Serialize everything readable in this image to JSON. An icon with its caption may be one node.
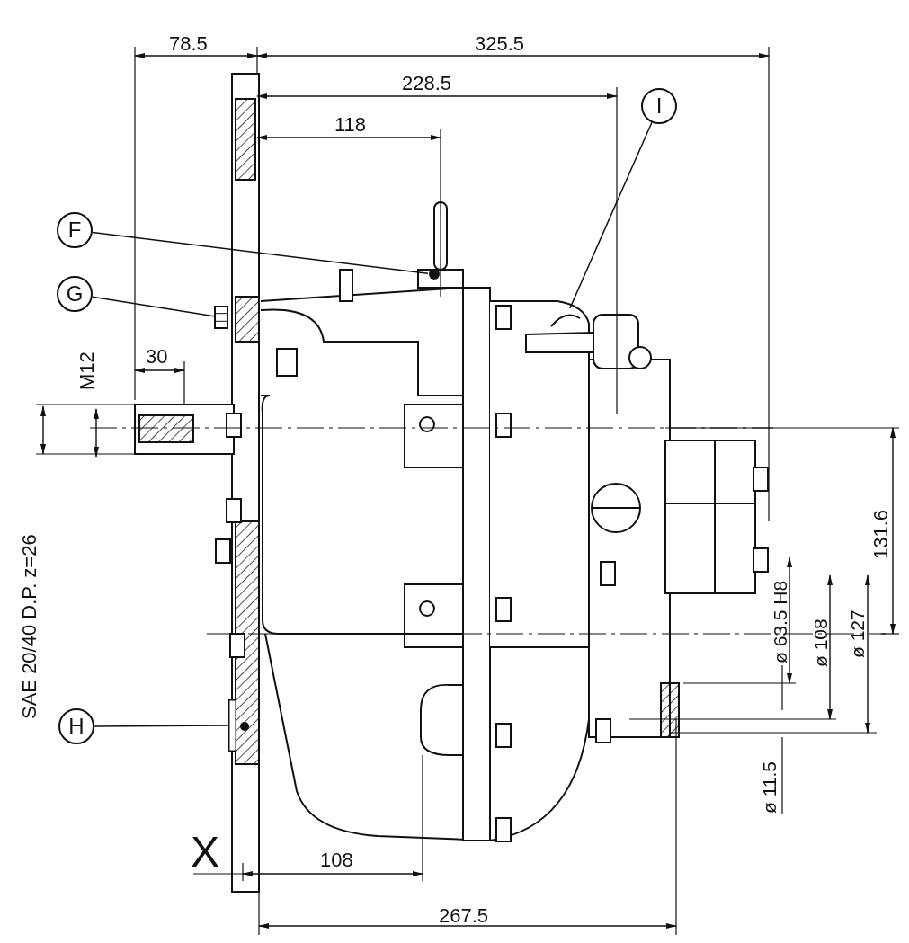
{
  "diagram": {
    "nodes": [
      {
        "text": [
          "F"
        ]
      },
      {
        "text": [],
        "shape": "circle"
      },
      {
        "text": [
          "G"
        ]
      },
      {
        "text": [],
        "shape": "box"
      },
      {
        "text": [
          "H"
        ]
      },
      {
        "text": [],
        "shape": "bar"
      },
      {
        "text": [
          "I"
        ]
      },
      {
        "text": [],
        "shape": "picture"
      }
    ],
    "edges": [
      {
        "from": 0,
        "to": 1,
        "arrow": "none"
      },
      {
        "from": 2,
        "to": 3,
        "arrow": "none"
      },
      {
        "from": 4,
        "to": 5,
        "arrow": "none"
      },
      {
        "from": 6,
        "to": 7,
        "arrow": "none"
      }
    ],
    "labels": [
      "78.5",
      "325.5",
      "228.5",
      "118",
      "M12",
      "30",
      "SAE 20/40 D.P. z=26",
      "131.6",
      "ø 63.5 H8",
      "ø 108",
      "ø 127",
      "ø 11.5",
      "X",
      "108",
      "267.5"
    ]
  }
}
